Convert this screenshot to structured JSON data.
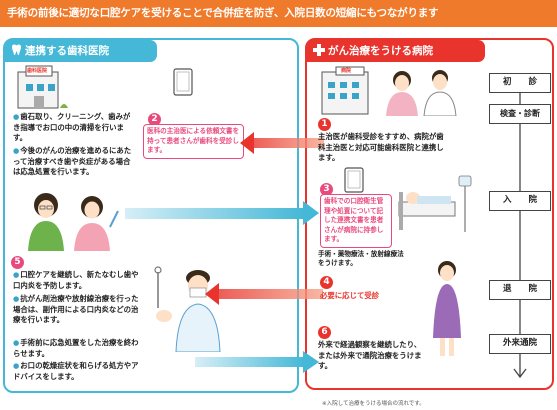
{
  "banner": "手術の前後に適切な口腔ケアを受けることで合併症を防ぎ、入院日数の短縮にもつながります",
  "left_panel": {
    "title": "連携する歯科医院",
    "clinic_sign": "歯科医院",
    "items1": [
      "歯石取り、クリーニング、歯みがき指導でお口の中の清掃を行います。",
      "今後のがんの治療を進めるにあたって治療すべき歯や炎症がある場合は応急処置を行います。"
    ],
    "step5": "5",
    "items2": [
      "口腔ケアを継続し、新たなむし歯や口内炎を予防します。",
      "抗がん剤治療や放射線治療を行った場合は、副作用による口内炎などの治療を行います。",
      "手術前に応急処置をした治療を終わらせます。",
      "お口の乾燥症状を和らげる処方やアドバイスをします。"
    ]
  },
  "middle": {
    "step2": "2",
    "step2_text": "医科の主治医による依頼文書を持って患者さんが歯科を受診します。"
  },
  "right_panel": {
    "title": "がん治療をうける病院",
    "hospital_sign": "病院",
    "step1": "1",
    "step1_text": "主治医が歯科受診をすすめ、病院が歯科主治医と対応可能歯科医院と連携します。",
    "step3": "3",
    "step3_text": "歯科での口腔衛生管理や処置について記した連携文書を患者さんが病院に持参します。",
    "step3_sub": "手術・薬物療法・放射線療法をうけます。",
    "step4": "4",
    "step4_text": "必要に応じて受診",
    "step6": "6",
    "step6_text": "外来で経過観察を継続したり、または外来で通院治療をうけます。",
    "stages": [
      "初　　診",
      "検査・診断",
      "入　　院",
      "退　　院",
      "外来通院"
    ],
    "footnote": "※入院して治療をうける場合の流れです。"
  },
  "colors": {
    "orange": "#f07a2b",
    "blue": "#44b8d6",
    "red": "#e8342d",
    "pink": "#e94a7e"
  }
}
